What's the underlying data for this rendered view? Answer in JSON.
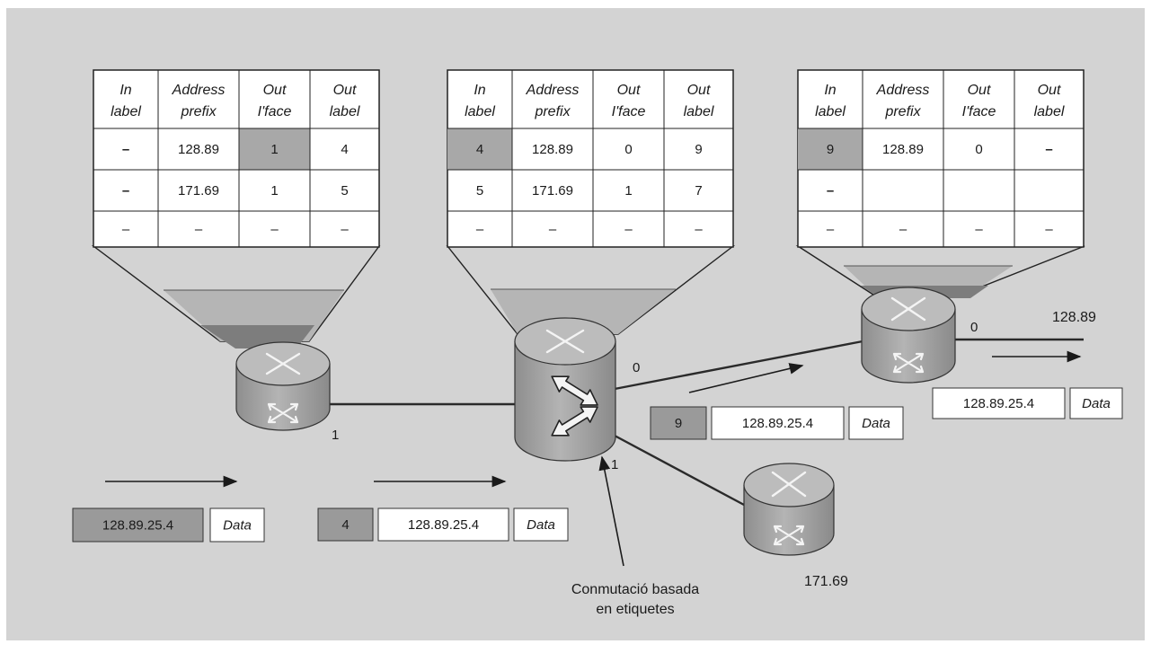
{
  "tables": [
    {
      "header": [
        [
          "In",
          "label"
        ],
        [
          "Address",
          "prefix"
        ],
        [
          "Out",
          "I'face"
        ],
        [
          "Out",
          "label"
        ]
      ],
      "rows": [
        [
          "–",
          "128.89",
          "1",
          "4"
        ],
        [
          "–",
          "171.69",
          "1",
          "5"
        ],
        [
          "–",
          "–",
          "–",
          "–"
        ]
      ],
      "highlight": [
        [
          0,
          2
        ]
      ]
    },
    {
      "header": [
        [
          "In",
          "label"
        ],
        [
          "Address",
          "prefix"
        ],
        [
          "Out",
          "I'face"
        ],
        [
          "Out",
          "label"
        ]
      ],
      "rows": [
        [
          "4",
          "128.89",
          "0",
          "9"
        ],
        [
          "5",
          "171.69",
          "1",
          "7"
        ],
        [
          "–",
          "–",
          "–",
          "–"
        ]
      ],
      "highlight": [
        [
          0,
          0
        ]
      ]
    },
    {
      "header": [
        [
          "In",
          "label"
        ],
        [
          "Address",
          "prefix"
        ],
        [
          "Out",
          "I'face"
        ],
        [
          "Out",
          "label"
        ]
      ],
      "rows": [
        [
          "9",
          "128.89",
          "0",
          "–"
        ],
        [
          "–",
          "",
          "",
          ""
        ],
        [
          "–",
          "–",
          "–",
          "–"
        ]
      ],
      "highlight": [
        [
          0,
          0
        ]
      ]
    }
  ],
  "interface_labels": {
    "r1_if1": "1",
    "r2_if0": "0",
    "r2_if1": "1",
    "r3_if0": "0"
  },
  "destinations": {
    "net_128": "128.89",
    "net_171": "171.69"
  },
  "packets": [
    {
      "label": "",
      "address": "128.89.25.4",
      "data": "Data"
    },
    {
      "label": "4",
      "address": "128.89.25.4",
      "data": "Data"
    },
    {
      "label": "9",
      "address": "128.89.25.4",
      "data": "Data"
    },
    {
      "label": "",
      "address": "128.89.25.4",
      "data": "Data"
    }
  ],
  "caption": {
    "line1": "Conmutació basada",
    "line2": "en etiquetes"
  },
  "colors": {
    "background": "#d3d3d3",
    "highlight_cell": "#a8a8a8",
    "router_body": "#a9a9a9",
    "router_top": "#bcbcbc",
    "label_box": "#9a9a9a"
  }
}
